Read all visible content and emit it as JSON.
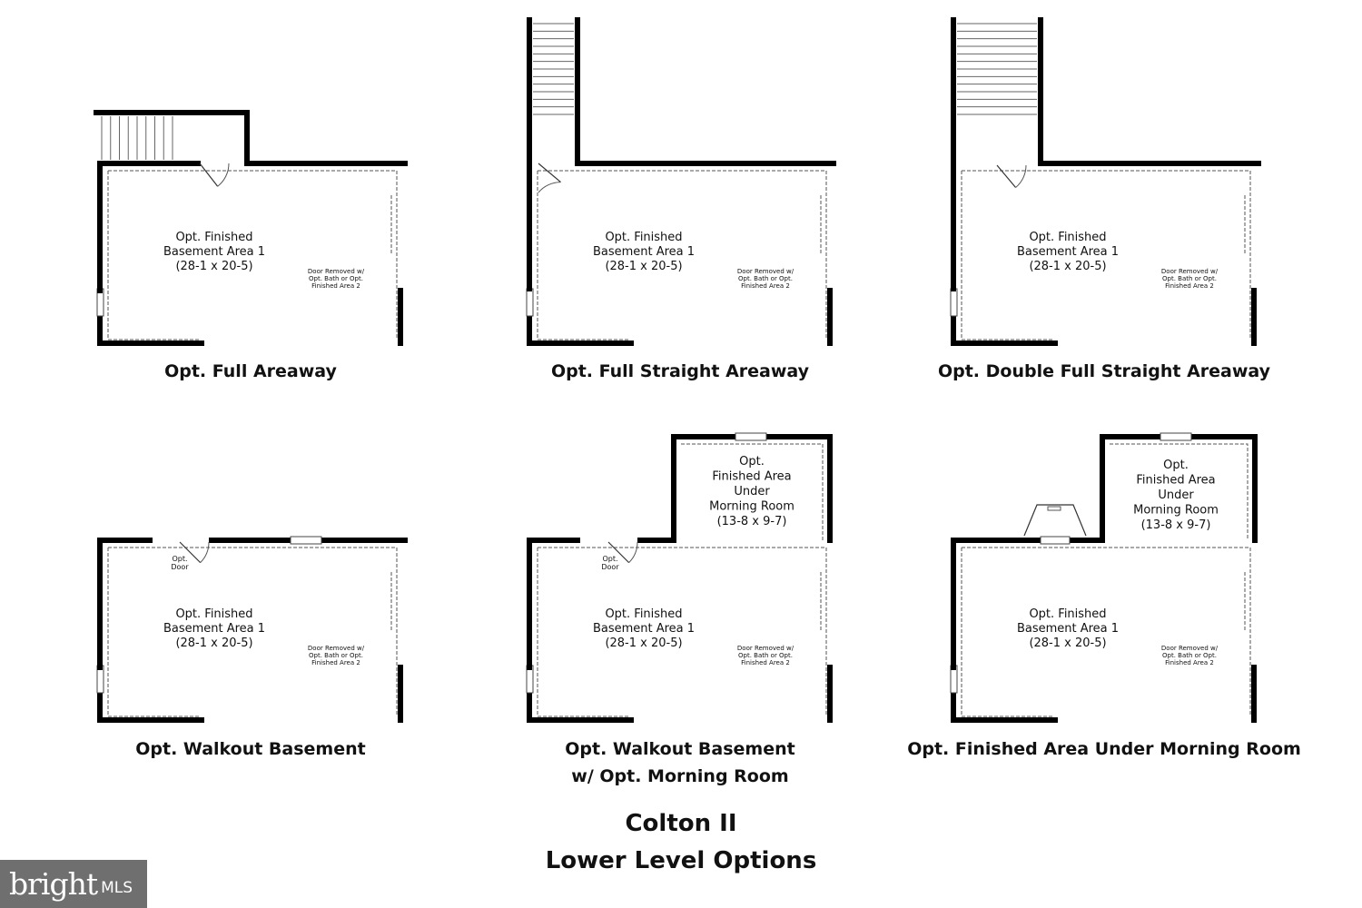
{
  "room_labels": {
    "basement": [
      "Opt. Finished",
      "Basement Area 1",
      "(28-1 x 20-5)"
    ],
    "door_note": [
      "Door Removed w/",
      "Opt. Bath or Opt.",
      "Finished Area 2"
    ],
    "morning_room": [
      "Opt.",
      "Finished Area",
      "Under",
      "Morning Room",
      "(13-8 x 9-7)"
    ],
    "opt_door": [
      "Opt.",
      "Door"
    ]
  },
  "plans": [
    {
      "caption": [
        "Opt. Full Areaway"
      ]
    },
    {
      "caption": [
        "Opt. Full Straight Areaway"
      ]
    },
    {
      "caption": [
        "Opt. Double Full Straight Areaway"
      ]
    },
    {
      "caption": [
        "Opt. Walkout Basement"
      ]
    },
    {
      "caption": [
        "Opt. Walkout Basement",
        "w/ Opt. Morning Room"
      ]
    },
    {
      "caption": [
        "Opt. Finished Area Under Morning Room"
      ]
    }
  ],
  "title": {
    "line1": "Colton II",
    "line2": "Lower Level Options"
  },
  "watermark": {
    "logo": "bright",
    "suffix": "MLS"
  }
}
